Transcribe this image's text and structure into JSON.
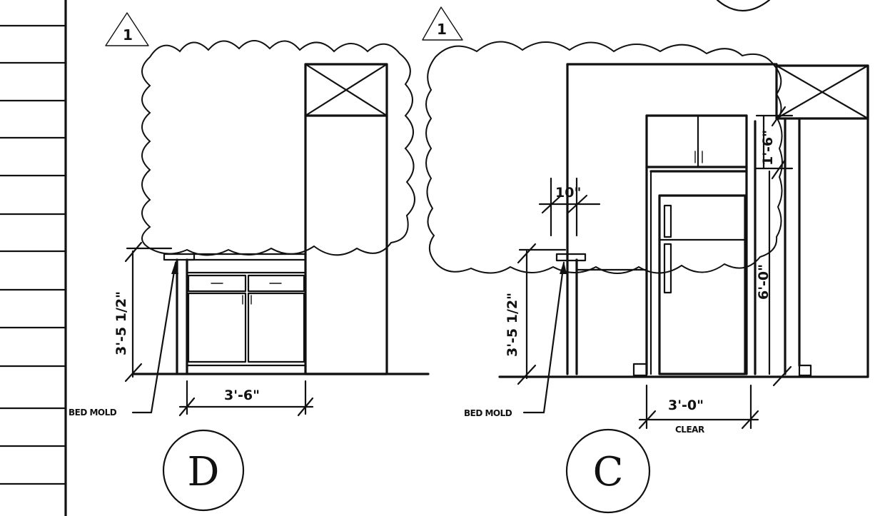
{
  "detail_d": {
    "revision_tag": "1",
    "height_dim": "3'-5 1/2\"",
    "width_dim": "3'-6\"",
    "note": "BED MOLD",
    "letter": "D"
  },
  "detail_c": {
    "revision_tag": "1",
    "height_dim": "3'-5 1/2\"",
    "offset_dim": "10\"",
    "upper_dim": "1'-6\"",
    "side_dim": "6'-0\"",
    "width_dim": "3'-0\"",
    "width_note": "CLEAR",
    "note": "BED MOLD",
    "letter": "C"
  }
}
